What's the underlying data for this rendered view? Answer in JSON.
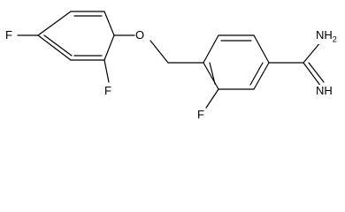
{
  "molecule": {
    "atoms": {
      "f_left": "F",
      "f_ortho": "F",
      "o_ether": "O",
      "f_ring2": "F",
      "nh2": "NH2",
      "nh": "NH"
    },
    "bond_color": "#000000",
    "label_color": "#000000"
  }
}
